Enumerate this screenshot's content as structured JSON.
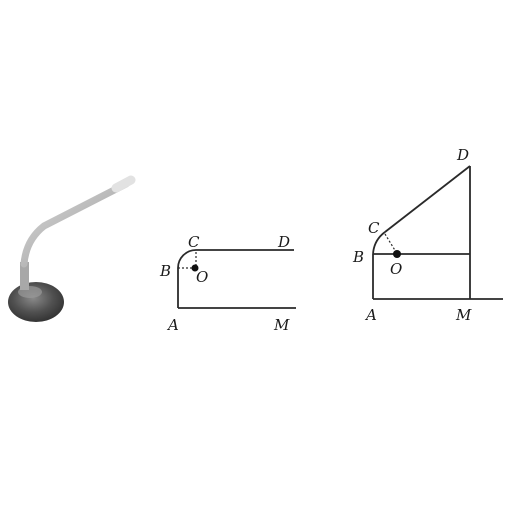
{
  "photo": {
    "icon": "desk-microphone-photo"
  },
  "figure1": {
    "labels": {
      "A": "A",
      "B": "B",
      "C": "C",
      "D": "D",
      "O": "O",
      "M": "M"
    }
  },
  "figure2": {
    "labels": {
      "A": "A",
      "B": "B",
      "C": "C",
      "D": "D",
      "O": "O",
      "M": "M"
    }
  }
}
